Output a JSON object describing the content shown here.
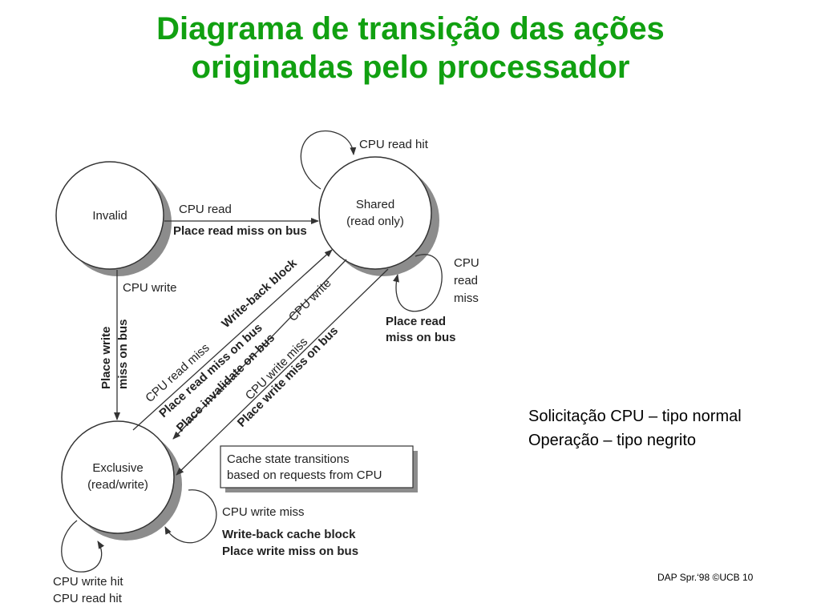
{
  "title": {
    "line1": "Diagrama de transição das ações",
    "line2": "originadas pelo processador"
  },
  "diagram": {
    "states": {
      "invalid": "Invalid",
      "shared_line1": "Shared",
      "shared_line2": "(read only)",
      "exclusive_line1": "Exclusive",
      "exclusive_line2": "(read/write)"
    },
    "transitions": {
      "invalid_to_shared_event": "CPU read",
      "invalid_to_shared_action": "Place read miss on bus",
      "invalid_to_exclusive_event": "CPU write",
      "invalid_to_exclusive_action_1": "Place write",
      "invalid_to_exclusive_action_2": "miss on bus",
      "shared_self_event": "CPU read hit",
      "shared_self_miss_1": "CPU",
      "shared_self_miss_2": "read",
      "shared_self_miss_3": "miss",
      "shared_self_action_1": "Place read",
      "shared_self_action_2": "miss on bus",
      "excl_to_shared_event": "CPU read miss",
      "excl_to_shared_action_1": "Write-back block",
      "excl_to_shared_action_2": "Place read miss on bus",
      "shared_to_excl_write_event": "CPU write",
      "shared_to_excl_write_action": "Place invalidate on bus",
      "shared_to_excl_miss_event": "CPU write miss",
      "shared_to_excl_miss_action": "Place write miss on bus",
      "excl_self_miss_event": "CPU write miss",
      "excl_self_miss_action_1": "Write-back cache block",
      "excl_self_miss_action_2": "Place write miss on bus",
      "excl_self_hit_1": "CPU write hit",
      "excl_self_hit_2": "CPU read hit"
    },
    "note_line1": "Cache state transitions",
    "note_line2": "based on requests from CPU"
  },
  "legend": {
    "line1": "Solicitação CPU – tipo normal",
    "line2": "Operação – tipo negrito"
  },
  "footer": "DAP Spr.‘98 ©UCB 10"
}
